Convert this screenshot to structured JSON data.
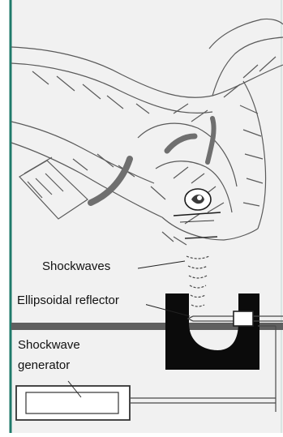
{
  "figure": {
    "colors": {
      "frame": "#1f7a6a",
      "background": "#f1f1f1",
      "line": "#5a5a5a",
      "band": "#6f6f6f",
      "reflector": "#0b0b0b",
      "table_bar": "#5f5f5f"
    },
    "labels": {
      "shockwaves": "Shockwaves",
      "reflector": "Ellipsoidal reflector",
      "generator_line1": "Shockwave",
      "generator_line2": "generator"
    }
  }
}
